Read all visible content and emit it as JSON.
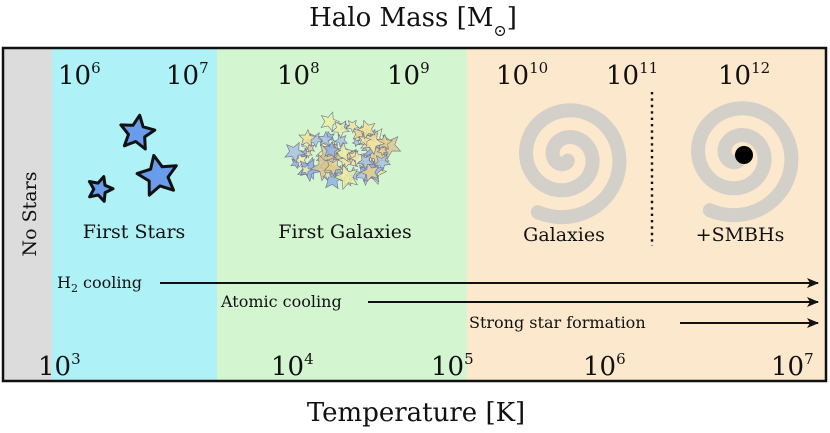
{
  "title": "Halo Mass [M",
  "title_sym": "⊙",
  "title_close": "]",
  "xlabel": "Temperature [K]",
  "side_label": "No Stars",
  "mass_ticks": [
    {
      "base": "10",
      "exp": "6"
    },
    {
      "base": "10",
      "exp": "7"
    },
    {
      "base": "10",
      "exp": "8"
    },
    {
      "base": "10",
      "exp": "9"
    },
    {
      "base": "10",
      "exp": "10"
    },
    {
      "base": "10",
      "exp": "11"
    },
    {
      "base": "10",
      "exp": "12"
    }
  ],
  "temp_ticks": [
    {
      "base": "10",
      "exp": "3"
    },
    {
      "base": "10",
      "exp": "4"
    },
    {
      "base": "10",
      "exp": "5"
    },
    {
      "base": "10",
      "exp": "6"
    },
    {
      "base": "10",
      "exp": "7"
    }
  ],
  "regions": {
    "first_stars": "First Stars",
    "first_galaxies": "First Galaxies",
    "galaxies": "Galaxies",
    "smbh": "+SMBHs"
  },
  "arrows": {
    "h2_prefix": "H",
    "h2_sub": "2",
    "h2_suffix": " cooling",
    "atomic": "Atomic cooling",
    "strong": "Strong star formation"
  },
  "colors": {
    "no_stars": "#dcdcdc",
    "first_stars": "#aef2f8",
    "first_galaxies": "#d3f5d0",
    "galaxies": "#fce8cc",
    "spiral": "#d2d0c8",
    "star_blue": "#6a9cec"
  }
}
